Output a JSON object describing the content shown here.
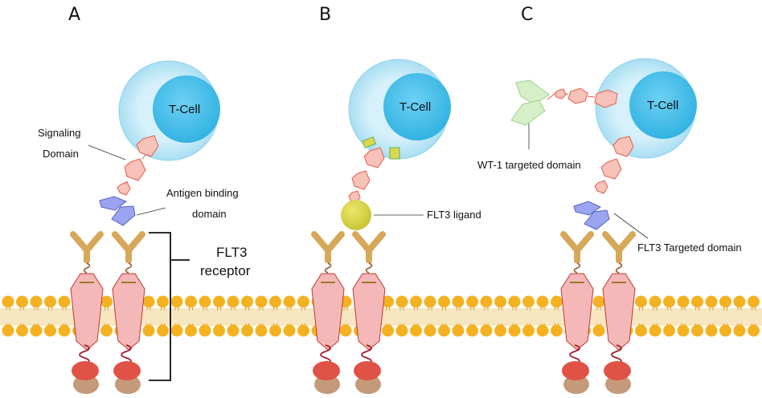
{
  "panels": [
    {
      "letter": "A"
    },
    {
      "letter": "B"
    },
    {
      "letter": "C"
    }
  ],
  "cells": [
    "T-Cell",
    "T-Cell",
    "T-Cell"
  ],
  "labels": {
    "signaling_line1": "Signaling",
    "signaling_line2": "Domain",
    "antigen_line1": "Antigen binding",
    "antigen_line2": "domain",
    "flt3_receptor_line1": "FLT3",
    "flt3_receptor_line2": "receptor",
    "flt3_ligand": "FLT3 ligand",
    "wt1_domain": "WT-1 targeted domain",
    "flt3_targeted_domain": "FLT3 Targeted domain"
  },
  "colors": {
    "membrane_head": "#f4b223",
    "membrane_tail": "#d9a24a",
    "cell_outer": "#c9ecf9",
    "cell_nucleus": "#4ec0ea",
    "receptor_body": "#f5b8b8",
    "receptor_stroke": "#c0392b",
    "receptor_head": "#e05246",
    "receptor_base": "#c49a7a",
    "y_arm": "#d6a85a",
    "domain_fill": "#f7c2b8",
    "antibody_blue": "#9ba5ef",
    "ligand_yellow": "#d8d54e",
    "wt1_green": "#d6efc9"
  }
}
